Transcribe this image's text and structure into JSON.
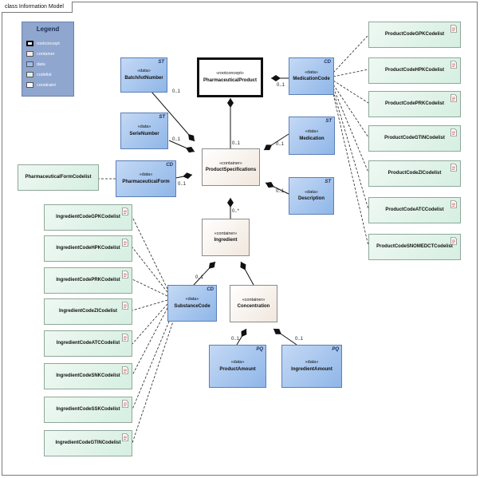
{
  "frame": {
    "title": "class Information Model"
  },
  "legend": {
    "title": "Legend",
    "items": [
      {
        "label": "rootconcept",
        "color": "#ffffff",
        "border": "#000000"
      },
      {
        "label": "container",
        "color": "#f7ede4",
        "border": "#777777"
      },
      {
        "label": "data",
        "color": "#9ec0ec",
        "border": "#5b7fb5"
      },
      {
        "label": "codelist",
        "color": "#dff2e8",
        "border": "#8fa89a"
      },
      {
        "label": "constraint",
        "color": "#ffffff",
        "border": "#777777"
      }
    ]
  },
  "nodes": {
    "pharmaceutical_product": {
      "stereotype": "«rootconcept»",
      "name": "PharmaceuticalProduct"
    },
    "batch_lot_number": {
      "stereotype": "«data»",
      "name": "Batch/lotNumber",
      "tag": "ST"
    },
    "medication_code": {
      "stereotype": "«data»",
      "name": "MedicationCode",
      "tag": "CD"
    },
    "serie_number": {
      "stereotype": "«data»",
      "name": "SerieNumber",
      "tag": "ST"
    },
    "product_specifications": {
      "stereotype": "«container»",
      "name": "ProductSpecifications"
    },
    "medication": {
      "stereotype": "«data»",
      "name": "Medication",
      "tag": "ST"
    },
    "pharmaceutical_form": {
      "stereotype": "«data»",
      "name": "PharmaceuticalForm",
      "tag": "CD"
    },
    "description": {
      "stereotype": "«data»",
      "name": "Description",
      "tag": "ST"
    },
    "pharmaceutical_form_codelist": {
      "name": "PharmaceuticalFormCodelist"
    },
    "ingredient": {
      "stereotype": "«container»",
      "name": "Ingredient"
    },
    "substance_code": {
      "stereotype": "«data»",
      "name": "SubstanceCode",
      "tag": "CD"
    },
    "concentration": {
      "stereotype": "«container»",
      "name": "Concentration"
    },
    "product_amount": {
      "stereotype": "«data»",
      "name": "ProductAmount",
      "tag": "PQ"
    },
    "ingredient_amount": {
      "stereotype": "«data»",
      "name": "IngredientAmount",
      "tag": "PQ"
    }
  },
  "product_codelists": [
    "ProductCodeGPKCodelist",
    "ProductCodeHPKCodelist",
    "ProductCodePRKCodelist",
    "ProductCodeGTINCodelist",
    "ProductCodeZICodelist",
    "ProductCodeATCCodelist",
    "ProductCodeSNOMEDCTCodelist"
  ],
  "ingredient_codelists": [
    "IngredientCodeGPKCodelist",
    "IngredientCodeHPKCodelist",
    "IngredientCodePRKCodelist",
    "IngredientCodeZICodelist",
    "IngredientCodeATCCodelist",
    "IngredientCodeSNKCodelist",
    "IngredientCodeSSKCodelist",
    "IngredientCodeGTINCodelist"
  ],
  "multiplicities": {
    "batch": "0..1",
    "medcode": "0..1",
    "spec": "0..1",
    "serie": "0..1",
    "medication": "0..1",
    "pform": "0..1",
    "description": "0..1",
    "ingredient": "0..*",
    "substance": "0..1",
    "prodamount": "0..1",
    "ingamount": "0..1"
  }
}
